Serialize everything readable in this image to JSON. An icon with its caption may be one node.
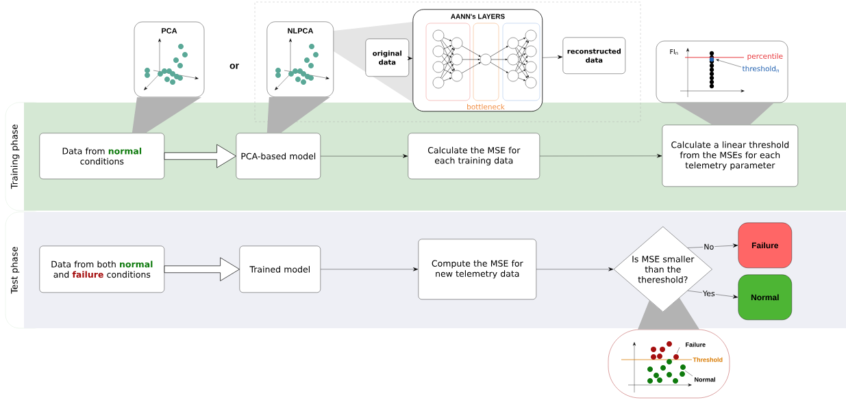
{
  "diagram": {
    "nodes": [
      {
        "text": [
          "Training phase"
        ]
      },
      {
        "text": [
          "Test phase"
        ]
      },
      {
        "text": [
          "Data from **normal** conditions"
        ],
        "in": 0
      },
      {
        "text": [
          "PCA-based model"
        ],
        "in": 0
      },
      {
        "text": [
          "Calculate the MSE for each training data"
        ],
        "in": 0
      },
      {
        "text": [
          "Calculate a linear threshold from the MSEs for each telemetry parameter"
        ],
        "in": 0
      },
      {
        "text": [
          "Data from both **normal** and **failure** conditions"
        ],
        "in": 1
      },
      {
        "text": [
          "Trained model"
        ],
        "in": 1
      },
      {
        "text": [
          "Compute the MSE for new telemetry data"
        ],
        "in": 1
      },
      {
        "text": [
          "Is MSE smaller than the thereshold?"
        ],
        "in": 1
      },
      {
        "text": [
          "Failure"
        ],
        "in": 1
      },
      {
        "text": [
          "Normal"
        ],
        "in": 1
      },
      {
        "text": [
          "PCA"
        ]
      },
      {
        "text": [],
        "shape": "box"
      },
      {
        "text": [
          "NLPCA"
        ],
        "in": 13
      },
      {
        "text": [
          "original data"
        ],
        "in": 13
      },
      {
        "text": [
          "AANN's LAYERS",
          "bottleneck"
        ],
        "in": 13
      },
      {
        "text": [
          "reconstructed data"
        ],
        "in": 13
      },
      {
        "text": [
          "FI$_{n}$",
          "percentile",
          "threshold$_{n}$"
        ]
      },
      {
        "text": [
          "Failure",
          "Threshold",
          "Normal"
        ]
      }
    ],
    "edges": [
      {
        "from": 2,
        "to": 3,
        "arrow": "to",
        "style": "thick"
      },
      {
        "from": 3,
        "to": 4,
        "arrow": "to"
      },
      {
        "from": 4,
        "to": 5,
        "arrow": "to"
      },
      {
        "from": 6,
        "to": 7,
        "arrow": "to",
        "style": "thick"
      },
      {
        "from": 7,
        "to": 8,
        "arrow": "to"
      },
      {
        "from": 8,
        "to": 9,
        "arrow": "to"
      },
      {
        "from": 9,
        "to": 10,
        "arrow": "to",
        "label": "No"
      },
      {
        "from": 9,
        "to": 11,
        "arrow": "to",
        "label": "Yes"
      },
      {
        "from": 12,
        "to": 2,
        "arrow": "none",
        "color": "#b3b3b3"
      },
      {
        "from": 14,
        "to": 3,
        "arrow": "none",
        "color": "#b3b3b3"
      },
      {
        "from": 18,
        "to": 5,
        "arrow": "none",
        "color": "#b3b3b3"
      },
      {
        "from": 9,
        "to": 19,
        "arrow": "none",
        "color": "#b3b3b3"
      },
      {
        "from": 15,
        "to": 16,
        "arrow": "to"
      },
      {
        "from": 16,
        "to": 17,
        "arrow": "to"
      }
    ],
    "labels": [
      "or"
    ]
  }
}
